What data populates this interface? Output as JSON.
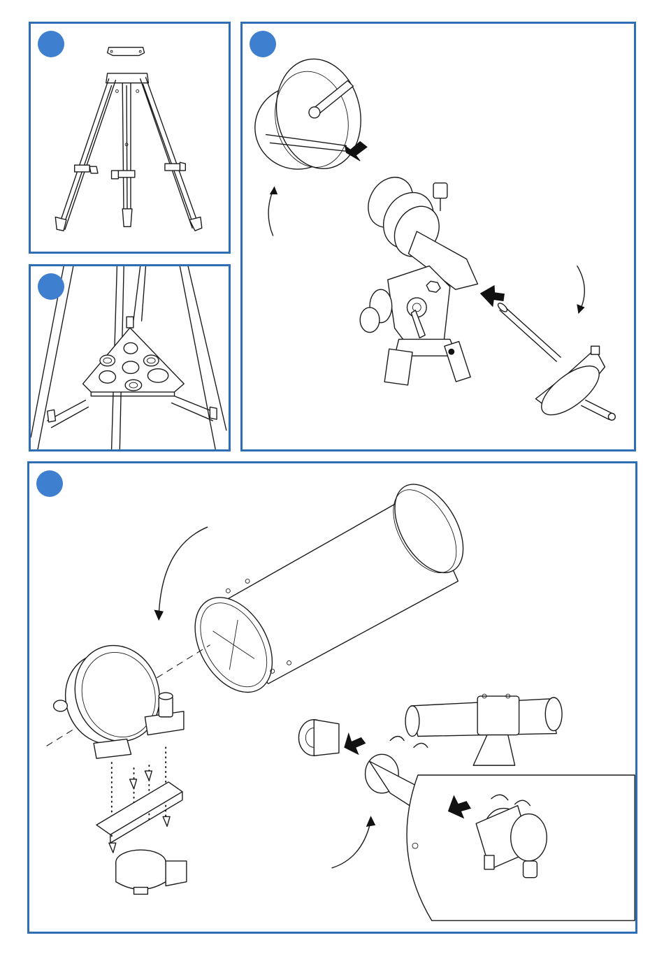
{
  "panels": [
    {
      "id": "panel-1",
      "step_label": ""
    },
    {
      "id": "panel-2",
      "step_label": ""
    },
    {
      "id": "panel-3",
      "step_label": ""
    },
    {
      "id": "panel-4",
      "step_label": ""
    }
  ],
  "colors": {
    "panel_border": "#2f6db5",
    "step_badge": "#3f7fd0",
    "line_art": "#1a1a1a"
  },
  "icons": {
    "tripod": "tripod-icon",
    "accessory_tray": "accessory-tray-icon",
    "equatorial_mount": "equatorial-mount-icon",
    "counterweight": "counterweight-icon",
    "tube_rings": "tube-rings-icon",
    "telescope_tube": "telescope-tube-icon",
    "finderscope": "finderscope-icon",
    "eyepiece": "eyepiece-icon",
    "direction_arrow": "arrow-icon"
  }
}
